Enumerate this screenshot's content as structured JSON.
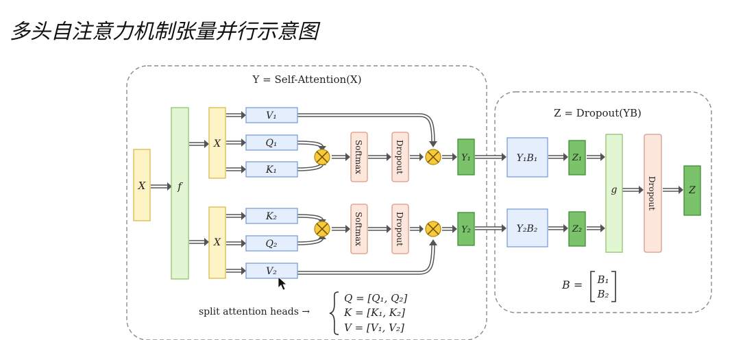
{
  "title": "多头自注意力机制张量并行示意图",
  "regions": {
    "self_attention_label": "Y = Self-Attention(X)",
    "dropout_label": "Z = Dropout(YB)"
  },
  "nodes": {
    "x_input": "X",
    "f": "f",
    "x_top": "X",
    "x_bottom": "X",
    "v1": "V₁",
    "q1": "Q₁",
    "k1": "K₁",
    "k2": "K₂",
    "q2": "Q₂",
    "v2": "V₂",
    "softmax": "Softmax",
    "dropout": "Dropout",
    "y1": "Y₁",
    "y2": "Y₂",
    "y1b1": "Y₁B₁",
    "y2b2": "Y₂B₂",
    "z1": "Z₁",
    "z2": "Z₂",
    "g": "g",
    "z_out": "Z"
  },
  "split_heads": {
    "label": "split attention heads →",
    "q": "Q = [Q₁, Q₂]",
    "k": "K = [K₁, K₂]",
    "v": "V = [V₁, V₂]"
  },
  "b_matrix": {
    "lhs": "B =",
    "row1": "B₁",
    "row2": "B₂"
  }
}
